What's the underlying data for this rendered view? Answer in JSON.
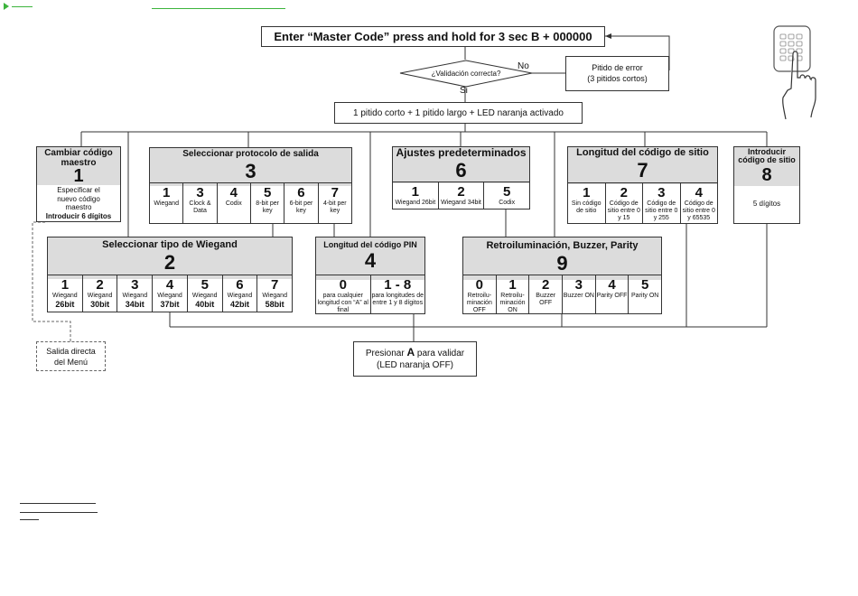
{
  "start_box": "Enter “Master Code” press and hold for 3 sec B + 000000",
  "validation": {
    "question": "¿Validación correcta?",
    "no_label": "No",
    "yes_label": "Si",
    "error_line1": "Pitido de error",
    "error_line2": "(3 pitidos cortos)"
  },
  "led_box": "1 pitido corto + 1 pitido largo + LED naranja activado",
  "menus": {
    "m1": {
      "title": "Cambiar código maestro",
      "number": "1",
      "desc_line1": "Especificar el",
      "desc_line2": "nuevo código",
      "desc_line3": "maestro",
      "desc_bold": "Introducir 6 dígitos"
    },
    "m3": {
      "title": "Seleccionar protocolo de salida",
      "number": "3",
      "cells": [
        {
          "num": "1",
          "label": "Wiegand"
        },
        {
          "num": "3",
          "label": "Clock & Data"
        },
        {
          "num": "4",
          "label": "Codix"
        },
        {
          "num": "5",
          "label": "8-bit per key"
        },
        {
          "num": "6",
          "label": "6-bit per key"
        },
        {
          "num": "7",
          "label": "4-bit per key"
        }
      ]
    },
    "m6": {
      "title": "Ajustes predeterminados",
      "number": "6",
      "cells": [
        {
          "num": "1",
          "label": "Wiegand 26bit"
        },
        {
          "num": "2",
          "label": "Wiegand 34bit"
        },
        {
          "num": "5",
          "label": "Codix"
        }
      ]
    },
    "m7": {
      "title": "Longitud del código de sitio",
      "number": "7",
      "cells": [
        {
          "num": "1",
          "label": "Sin código de sitio"
        },
        {
          "num": "2",
          "label": "Código de sitio entre 0 y 15"
        },
        {
          "num": "3",
          "label": "Código de sitio entre 0 y 255"
        },
        {
          "num": "4",
          "label": "Código de sitio entre 0 y 65535"
        }
      ]
    },
    "m8": {
      "title": "Introducir código de sitio",
      "number": "8",
      "desc": "5 dígitos"
    },
    "m2": {
      "title": "Seleccionar tipo de Wiegand",
      "number": "2",
      "cells": [
        {
          "num": "1",
          "label": "Wiegand",
          "bold": "26bit"
        },
        {
          "num": "2",
          "label": "Wiegand",
          "bold": "30bit"
        },
        {
          "num": "3",
          "label": "Wiegand",
          "bold": "34bit"
        },
        {
          "num": "4",
          "label": "Wiegand",
          "bold": "37bit"
        },
        {
          "num": "5",
          "label": "Wiegand",
          "bold": "40bit"
        },
        {
          "num": "6",
          "label": "Wiegand",
          "bold": "42bit"
        },
        {
          "num": "7",
          "label": "Wiegand",
          "bold": "58bit"
        }
      ]
    },
    "m4": {
      "title": "Longitud del código PIN",
      "number": "4",
      "cells": [
        {
          "num": "0",
          "label": "para cualquier longitud con “A” al final"
        },
        {
          "num": "1 - 8",
          "label": "para longitudes de entre 1 y 8 dígitos"
        }
      ]
    },
    "m9": {
      "title": "Retroiluminación, Buzzer, Parity",
      "number": "9",
      "cells": [
        {
          "num": "0",
          "label": "Retroilu-minación OFF"
        },
        {
          "num": "1",
          "label": "Retroilu-minación ON"
        },
        {
          "num": "2",
          "label": "Buzzer OFF"
        },
        {
          "num": "3",
          "label": "Buzzer ON"
        },
        {
          "num": "4",
          "label": "Parity OFF"
        },
        {
          "num": "5",
          "label": "Parity ON"
        }
      ]
    }
  },
  "exit_box": {
    "line1": "Salida directa",
    "line2": "del Menú"
  },
  "confirm_box": {
    "prefix": "Presionar ",
    "key": "A",
    "suffix": " para validar",
    "line2": "(LED naranja OFF)"
  },
  "icons": {
    "keypad": "keypad-hand-icon",
    "arrow": "arrow-icon"
  },
  "colors": {
    "header_gray": "#dcdcdc",
    "arrow_green": "#3cb43c",
    "line": "#333333"
  }
}
